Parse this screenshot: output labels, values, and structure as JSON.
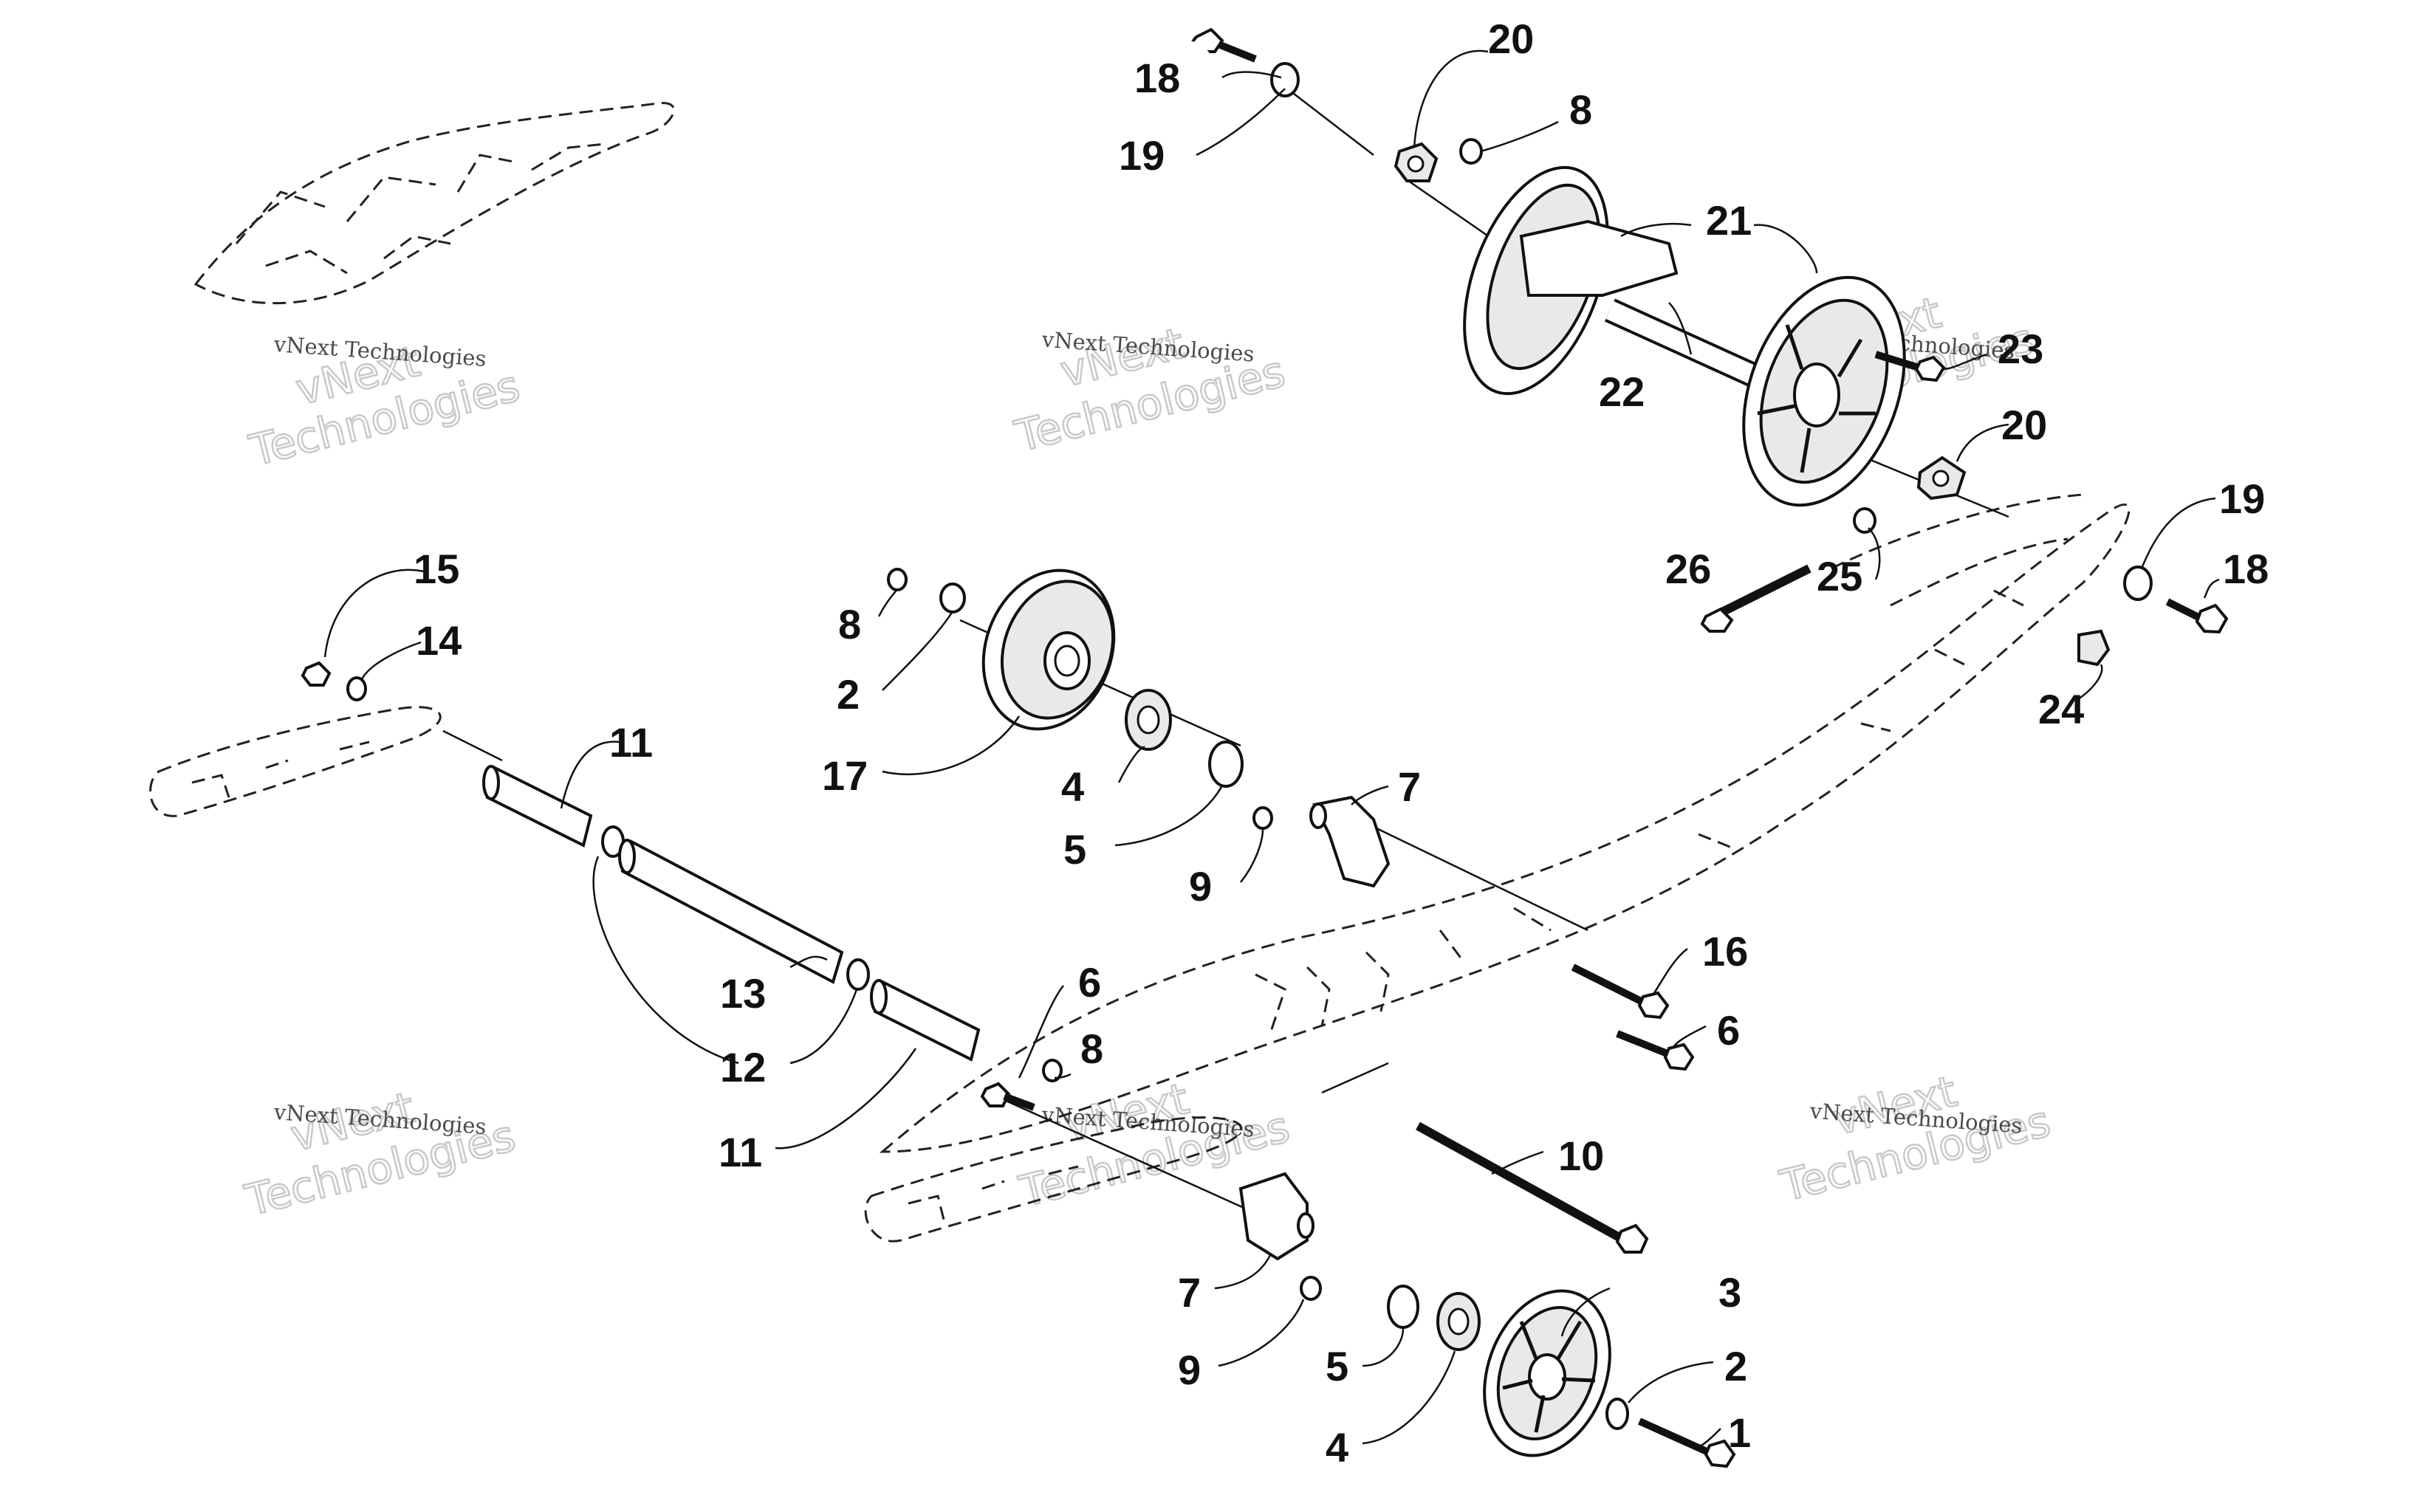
{
  "callouts": [
    {
      "id": "c18a",
      "text": "18"
    },
    {
      "id": "c19a",
      "text": "19"
    },
    {
      "id": "c20a",
      "text": "20"
    },
    {
      "id": "c8a",
      "text": "8"
    },
    {
      "id": "c21",
      "text": "21"
    },
    {
      "id": "c22",
      "text": "22"
    },
    {
      "id": "c23",
      "text": "23"
    },
    {
      "id": "c20b",
      "text": "20"
    },
    {
      "id": "c19b",
      "text": "19"
    },
    {
      "id": "c18b",
      "text": "18"
    },
    {
      "id": "c26",
      "text": "26"
    },
    {
      "id": "c25",
      "text": "25"
    },
    {
      "id": "c24",
      "text": "24"
    },
    {
      "id": "c15",
      "text": "15"
    },
    {
      "id": "c14",
      "text": "14"
    },
    {
      "id": "c11a",
      "text": "11"
    },
    {
      "id": "c8b",
      "text": "8"
    },
    {
      "id": "c2a",
      "text": "2"
    },
    {
      "id": "c17",
      "text": "17"
    },
    {
      "id": "c4a",
      "text": "4"
    },
    {
      "id": "c7a",
      "text": "7"
    },
    {
      "id": "c5a",
      "text": "5"
    },
    {
      "id": "c9a",
      "text": "9"
    },
    {
      "id": "c13",
      "text": "13"
    },
    {
      "id": "c12",
      "text": "12"
    },
    {
      "id": "c11b",
      "text": "11"
    },
    {
      "id": "c6a",
      "text": "6"
    },
    {
      "id": "c8c",
      "text": "8"
    },
    {
      "id": "c16",
      "text": "16"
    },
    {
      "id": "c6b",
      "text": "6"
    },
    {
      "id": "c10",
      "text": "10"
    },
    {
      "id": "c3",
      "text": "3"
    },
    {
      "id": "c7b",
      "text": "7"
    },
    {
      "id": "c9b",
      "text": "9"
    },
    {
      "id": "c5b",
      "text": "5"
    },
    {
      "id": "c2b",
      "text": "2"
    },
    {
      "id": "c4b",
      "text": "4"
    },
    {
      "id": "c1",
      "text": "1"
    }
  ],
  "watermark": {
    "small": "vNext Technologies",
    "big_line1": "vNext",
    "big_line2": "Technologies"
  },
  "colors": {
    "ink": "#111111",
    "watermark": "#c9c9c9"
  }
}
